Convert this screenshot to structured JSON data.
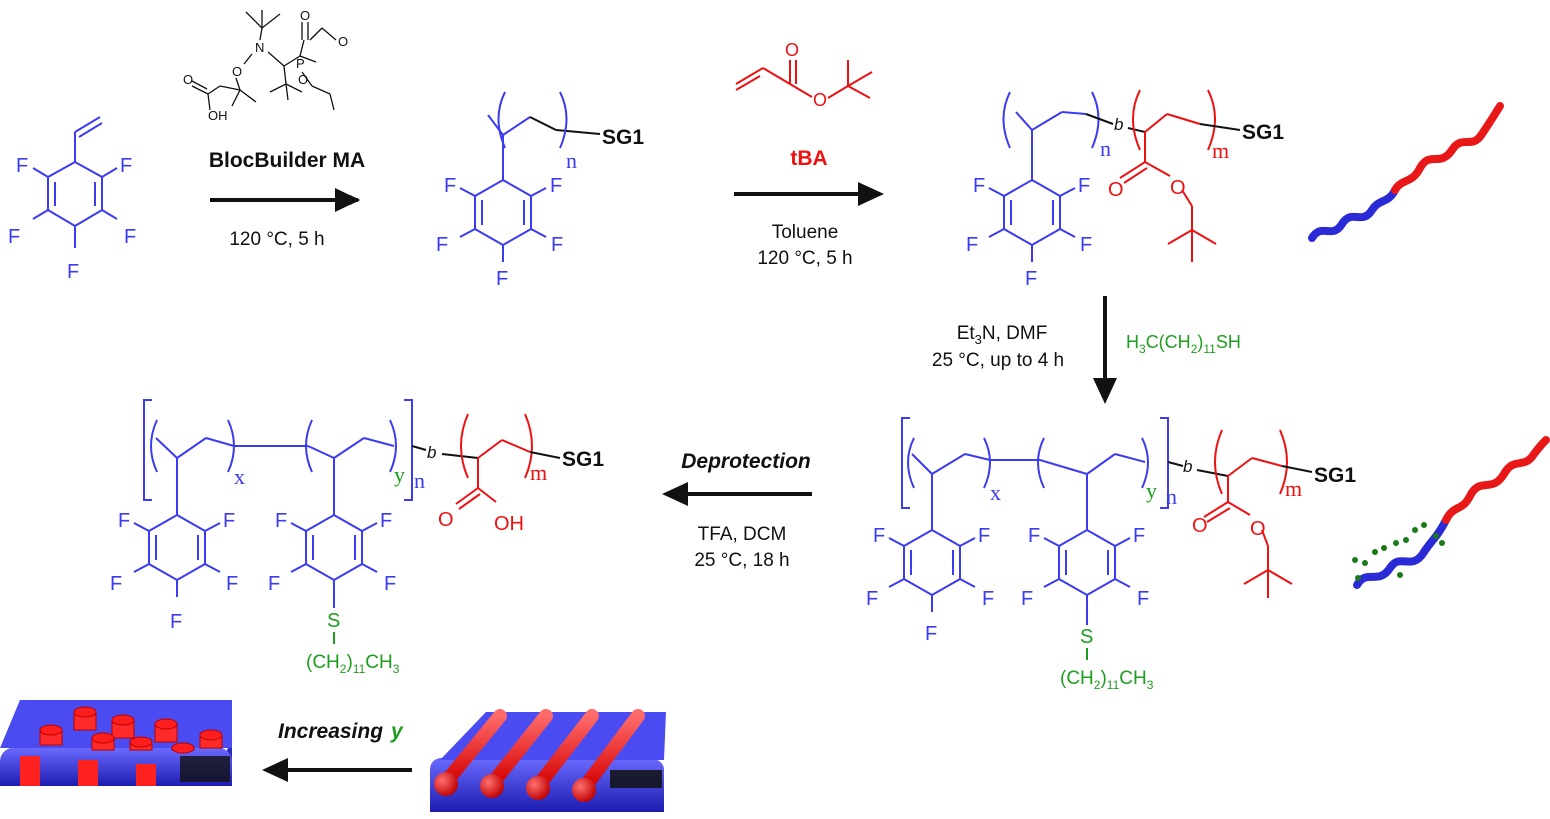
{
  "colors": {
    "blue": "#3b3bf0",
    "red": "#ee1111",
    "green": "#1e9e1e",
    "black": "#111111",
    "film_blue": "#3b3be8",
    "film_red": "#ff1e1e"
  },
  "step1": {
    "initiator_text": {
      "N": "N",
      "O": "O",
      "P": "P",
      "OH": "OH"
    },
    "reagent": "BlocBuilder MA",
    "conditions": "120 °C, 5 h"
  },
  "monomer1": {
    "F": "F"
  },
  "polymer1": {
    "end_group": "SG1",
    "sub_n": "n"
  },
  "step2": {
    "monomer_o": "O",
    "reagent": "tBA",
    "solvent": "Toluene",
    "conditions": "120 °C, 5 h"
  },
  "copolymer": {
    "block": "b",
    "sub_n": "n",
    "sub_m": "m",
    "end_group": "SG1",
    "O": "O"
  },
  "step3": {
    "reagents_base": "Et",
    "reagents_sub": "3",
    "reagents_rest": "N, DMF",
    "conditions": "25 °C, up to 4 h",
    "thiol_pre": "H",
    "thiol_sub1": "3",
    "thiol_mid": "C(CH",
    "thiol_sub2": "2",
    "thiol_mid2": ")",
    "thiol_sub3": "11",
    "thiol_end": "SH"
  },
  "thiolated": {
    "sub_x": "x",
    "sub_y": "y",
    "sub_n": "n",
    "sub_m": "m",
    "block": "b",
    "end_group": "SG1",
    "S": "S",
    "chain_a": "(CH",
    "chain_sub1": "2",
    "chain_b": ")",
    "chain_sub2": "11",
    "chain_c": "CH",
    "chain_sub3": "3"
  },
  "step4": {
    "reagent": "Deprotection",
    "conditions_line1": "TFA, DCM",
    "conditions_line2": "25 °C, 18 h"
  },
  "final": {
    "OH": "OH"
  },
  "morphology": {
    "label_a": "Increasing",
    "label_b": "y"
  }
}
